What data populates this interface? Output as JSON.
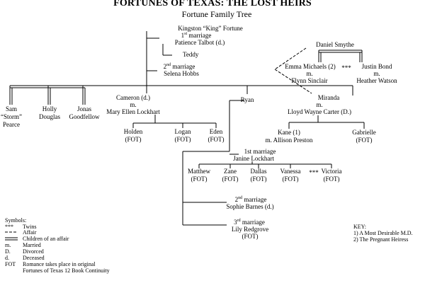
{
  "header": {
    "title": "FORTUNES OF TEXAS: THE LOST HEIRS",
    "subtitle": "Fortune Family Tree"
  },
  "people": {
    "kingston": "Kingston “King” Fortune",
    "first_marriage_ord": "1",
    "first_marriage_suffix": "st",
    "first_marriage_word": "marriage",
    "patience": "Patience Talbot (d.)",
    "teddy": "Teddy",
    "second_marriage_ord": "2",
    "second_marriage_suffix": "nd",
    "second_marriage_word": "marriage",
    "selena": "Selena Hobbs",
    "daniel": "Daniel Smythe",
    "emma": "Emma Michaels (2)",
    "emma_m": "m.",
    "flynn": "Flynn Sinclair",
    "twins_emma_justin": "***",
    "justin": "Justin Bond",
    "justin_m": "m.",
    "heather": "Heather Watson",
    "sam_1": "Sam",
    "sam_2": "“Storm”",
    "sam_3": "Pearce",
    "holly_1": "Holly",
    "holly_2": "Douglas",
    "jonas_1": "Jonas",
    "jonas_2": "Goodfellow",
    "cameron": "Cameron (d.)",
    "cameron_m": "m.",
    "mary_ellen": "Mary Ellen Lockhart",
    "ryan": "Ryan",
    "miranda": "Miranda",
    "miranda_m": "m.",
    "lloyd": "Lloyd Wayne Carter (D.)",
    "holden": "Holden",
    "holden_fot": "(FOT)",
    "logan": "Logan",
    "logan_fot": "(FOT)",
    "eden": "Eden",
    "eden_fot": "(FOT)",
    "kane": "Kane (1)",
    "kane_m": "m. Allison Preston",
    "gabrielle": "Gabrielle",
    "gabrielle_fot": "(FOT)",
    "ryan_first_ord": "1st marriage",
    "janine": "Janine Lockhart",
    "matthew": "Matthew",
    "matthew_fot": "(FOT)",
    "zane": "Zane",
    "zane_fot": "(FOT)",
    "dallas": "Dallas",
    "dallas_fot": "(FOT)",
    "vanessa": "Vanessa",
    "vanessa_fot": "(FOT)",
    "twins_vanessa_victoria": "***",
    "victoria": "Victoria",
    "victoria_fot": "(FOT)",
    "ryan_second_ord": "2",
    "ryan_second_suffix": "nd",
    "ryan_second_word": "marriage",
    "sophie": "Sophie Barnes (d.)",
    "ryan_third_ord": "3",
    "ryan_third_suffix": "rd",
    "ryan_third_word": "marriage",
    "lily": "Lily Redgrove",
    "lily_fot": "(FOT)"
  },
  "legend": {
    "heading": "Symbols:",
    "rows": [
      {
        "sym": "***",
        "text": "Twins"
      },
      {
        "sym": "",
        "text": "Affair"
      },
      {
        "sym": "",
        "text": "Children of an affair"
      },
      {
        "sym": "m.",
        "text": "Married"
      },
      {
        "sym": "D.",
        "text": "Divorced"
      },
      {
        "sym": "d.",
        "text": "Deceased"
      },
      {
        "sym": "FOT",
        "text": "Romance takes place in original"
      },
      {
        "sym": "",
        "text": "Fortunes of Texas 12 Book Continuity"
      }
    ]
  },
  "key": {
    "heading": "KEY:",
    "items": [
      "1) A Most Desirable M.D.",
      "2) The Pregnant Heiress"
    ]
  }
}
